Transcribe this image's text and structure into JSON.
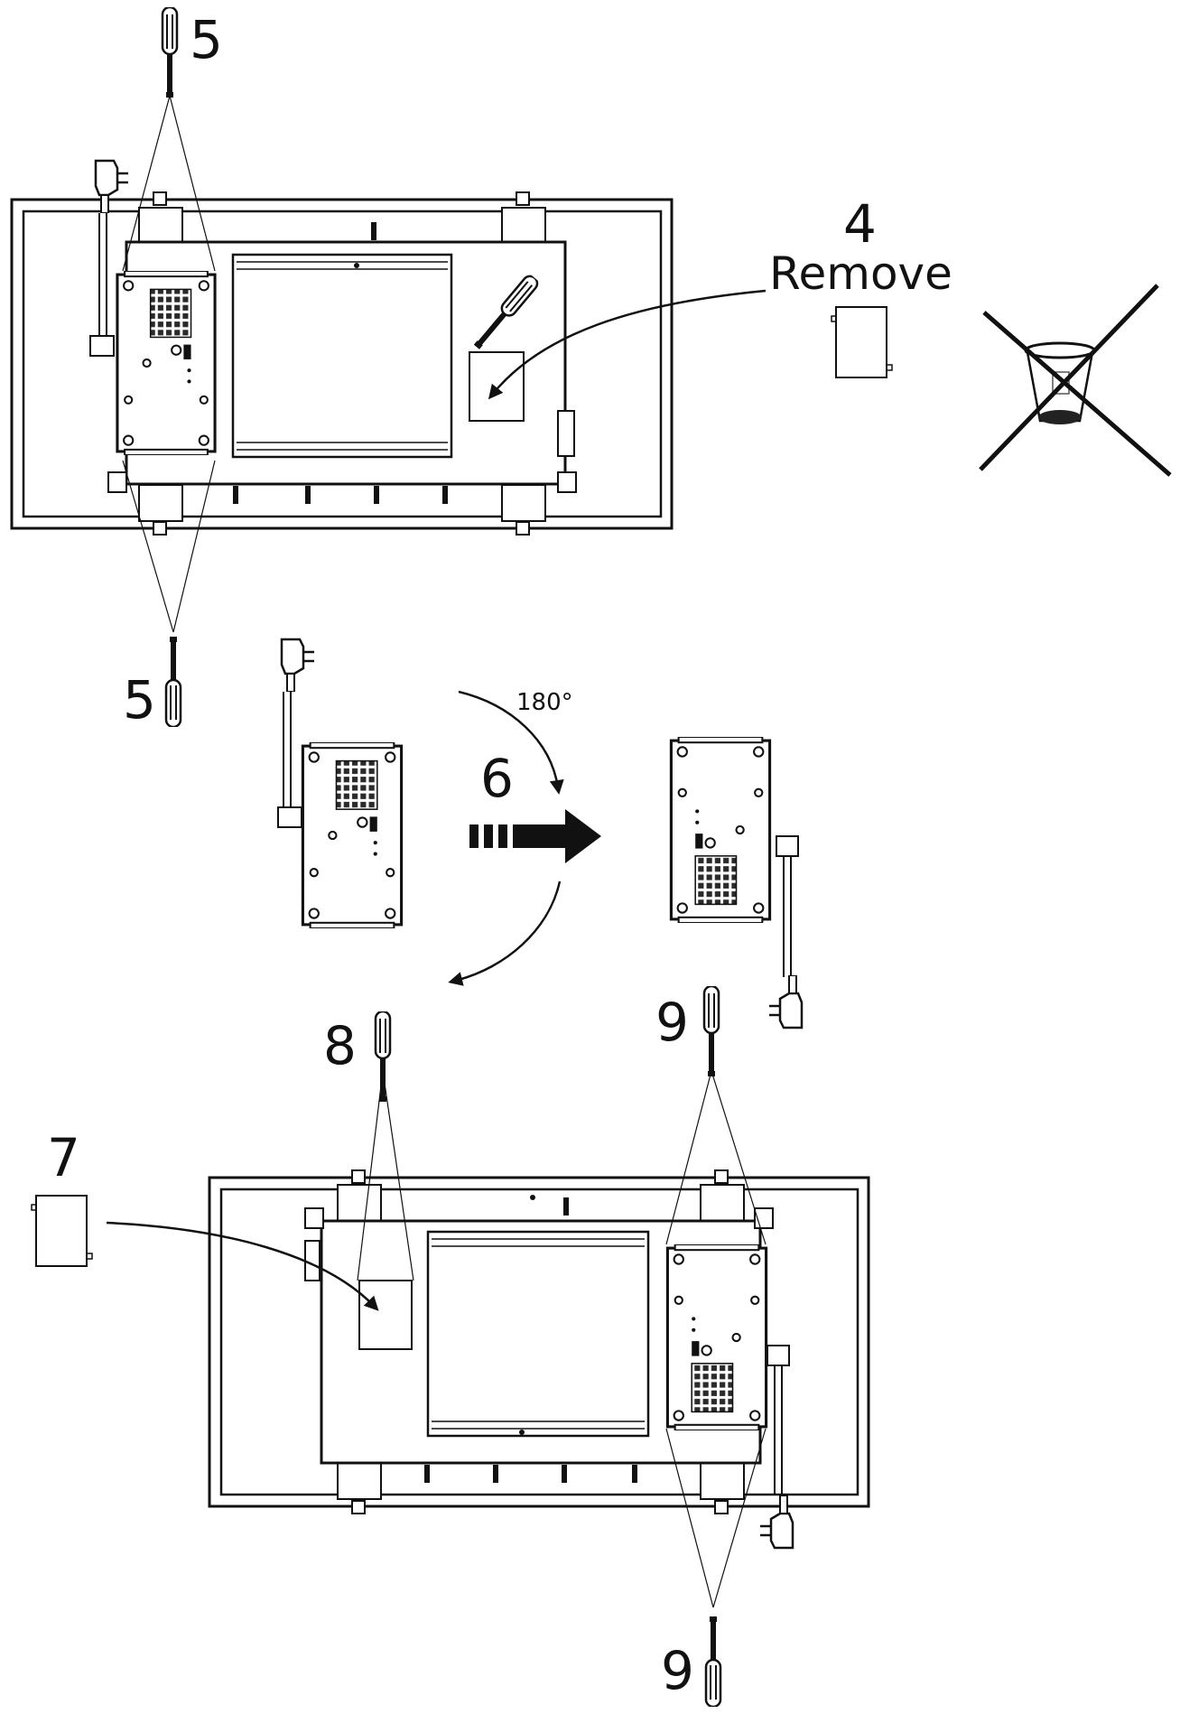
{
  "labels": {
    "step5_top": "5",
    "step5_bottom": "5",
    "step4": "4",
    "remove": "Remove",
    "step6": "6",
    "angle": "180°",
    "step7": "7",
    "step8": "8",
    "step9_top": "9",
    "step9_bottom": "9"
  },
  "colors": {
    "line": "#111111",
    "panel_fill": "#ffffff",
    "grille": "#333333"
  },
  "icons": {
    "screwdriver": "screwdriver-icon",
    "plug": "power-plug-icon",
    "no_bin": "crossed-out-wheelie-bin-icon",
    "arrow": "dashed-right-arrow-icon"
  }
}
